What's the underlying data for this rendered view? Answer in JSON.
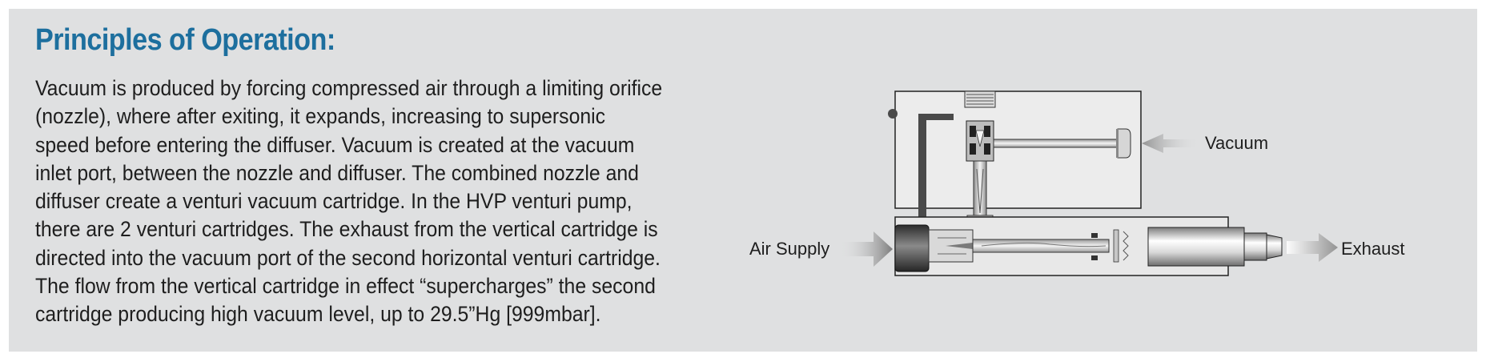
{
  "heading": {
    "title": "Principles of Operation:"
  },
  "description": {
    "paragraph": "Vacuum is produced by forcing compressed air through a limiting orifice (nozzle), where after exiting, it expands, increasing to supersonic speed before entering the diffuser. Vacuum is created at the vacuum inlet port, between the nozzle and diffuser. The combined nozzle and diffuser create a venturi vacuum cartridge. In the HVP venturi pump, there are 2 venturi cartridges. The exhaust from the vertical cartridge is directed into the vacuum port of the second horizontal venturi cartridge. The flow from the vertical cartridge in effect “supercharges” the second cartridge producing high vacuum level, up to 29.5”Hg [999mbar]."
  },
  "diagram": {
    "labels": {
      "vacuum": "Vacuum",
      "air_supply": "Air Supply",
      "exhaust": "Exhaust"
    }
  },
  "colors": {
    "panel_background": "#dfe0e1",
    "title": "#1d6f9e",
    "text": "#1e1e1e"
  }
}
